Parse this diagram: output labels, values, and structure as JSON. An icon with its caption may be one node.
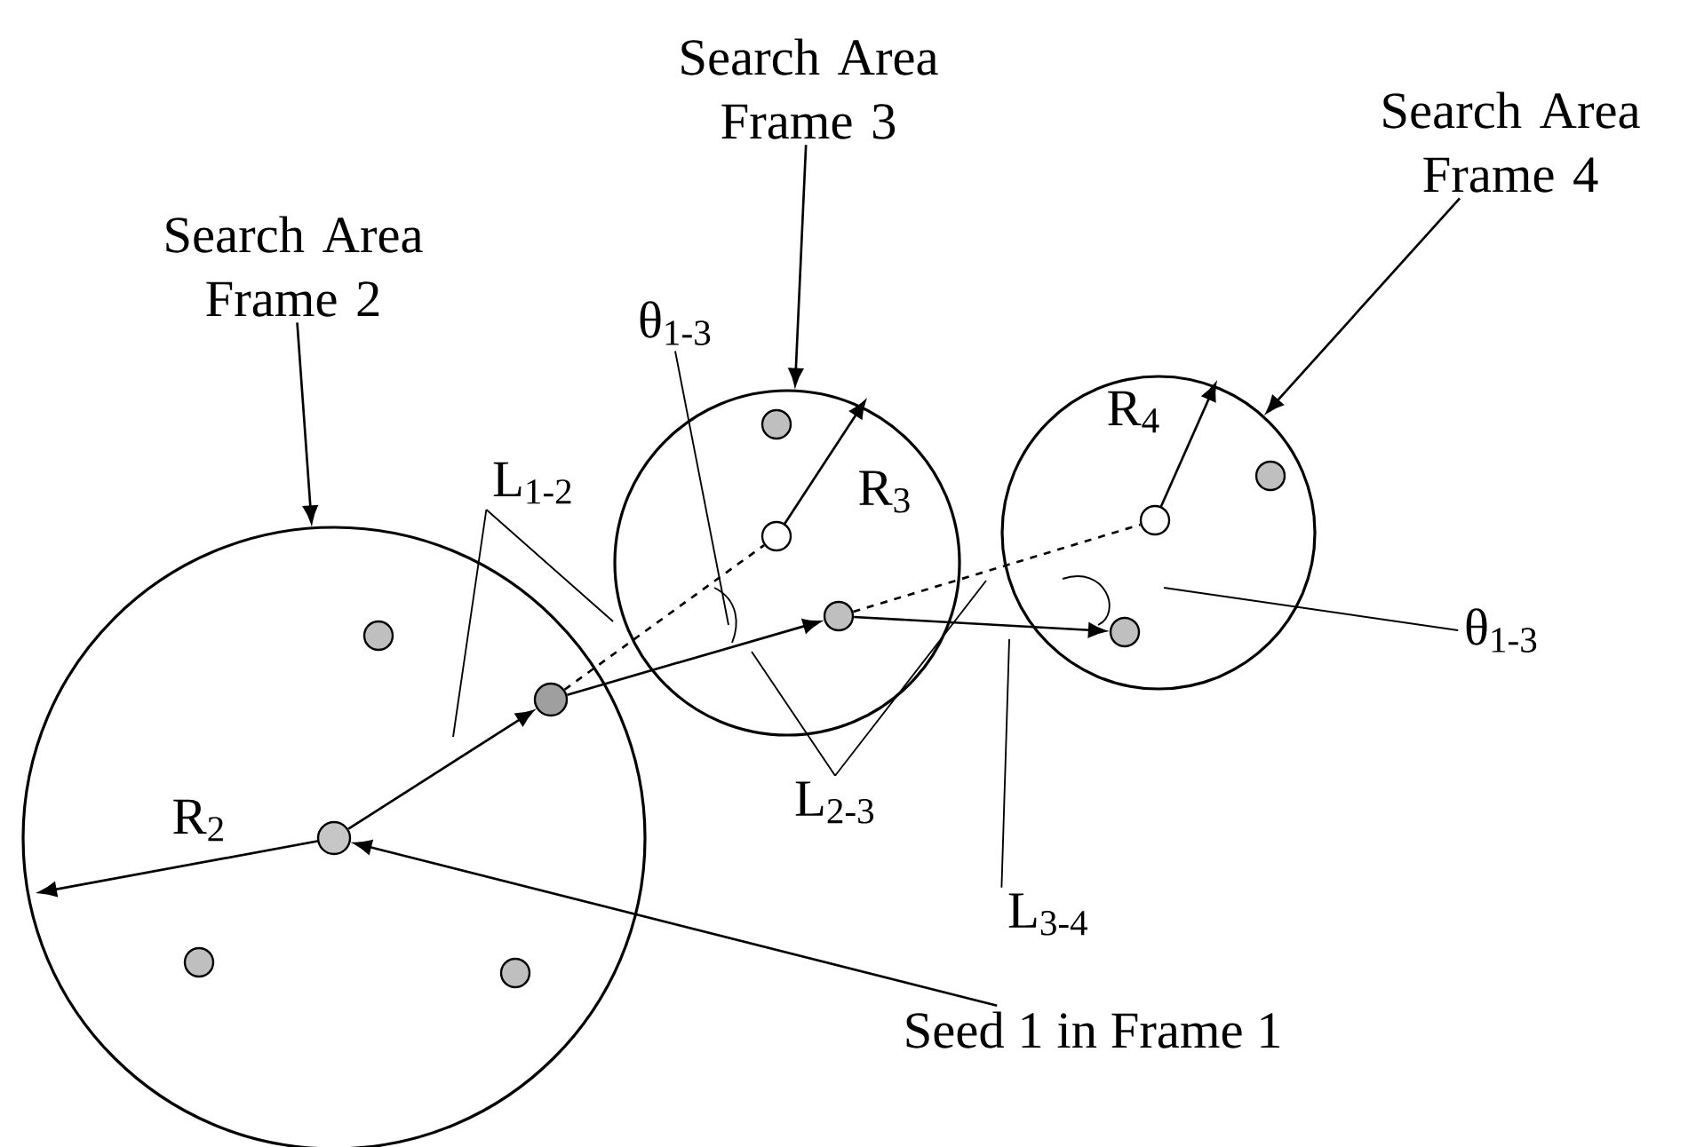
{
  "diagram": {
    "nodes": [
      {
        "text": [
          "Search Area Frame 2"
        ]
      },
      {
        "text": [],
        "shape": "circle"
      },
      {
        "text": [
          "Search Area Frame 3"
        ]
      },
      {
        "text": [],
        "shape": "circle"
      },
      {
        "text": [
          "Search Area Frame 4"
        ]
      },
      {
        "text": [],
        "shape": "circle"
      },
      {
        "text": [
          "θ$_{1-3}$"
        ]
      },
      {
        "text": [
          "L$_{1-2}$"
        ]
      },
      {
        "text": [
          "θ$_{1-3}$"
        ]
      },
      {
        "text": [
          "L$_{2-3}$"
        ]
      },
      {
        "text": [
          "L$_{3-4}$"
        ]
      },
      {
        "text": [
          "Seed 1 in Frame 1"
        ]
      },
      {
        "text": [],
        "shape": "circle",
        "in": 1
      },
      {
        "text": [],
        "shape": "circle",
        "in": 1
      },
      {
        "text": [],
        "shape": "circle",
        "in": 1
      },
      {
        "text": [],
        "shape": "circle",
        "in": 1
      },
      {
        "text": [],
        "shape": "circle",
        "in": 1
      },
      {
        "text": [],
        "shape": "circle",
        "in": 3
      },
      {
        "text": [],
        "shape": "circle",
        "in": 3
      },
      {
        "text": [],
        "shape": "circle",
        "in": 3
      },
      {
        "text": [],
        "shape": "circle",
        "in": 5
      },
      {
        "text": [],
        "shape": "circle",
        "in": 5
      },
      {
        "text": [],
        "shape": "circle",
        "in": 5
      }
    ],
    "edges": [
      {
        "from": 0,
        "to": 1,
        "arrow": "to"
      },
      {
        "from": 2,
        "to": 3,
        "arrow": "to"
      },
      {
        "from": 4,
        "to": 5,
        "arrow": "to"
      },
      {
        "from": 11,
        "to": 12,
        "arrow": "to"
      },
      {
        "from": 12,
        "to": 13,
        "arrow": "to"
      },
      {
        "from": 13,
        "to": 19,
        "arrow": "to"
      },
      {
        "from": 19,
        "to": 22,
        "arrow": "to"
      },
      {
        "from": 13,
        "to": 17,
        "arrow": "none",
        "style": "dashed"
      },
      {
        "from": 19,
        "to": 20,
        "arrow": "none",
        "style": "dashed"
      },
      {
        "from": 6,
        "to": null,
        "arrow": "none"
      },
      {
        "from": 7,
        "to": null,
        "arrow": "none"
      },
      {
        "from": 8,
        "to": null,
        "arrow": "none"
      },
      {
        "from": 9,
        "to": null,
        "arrow": "none"
      },
      {
        "from": 10,
        "to": null,
        "arrow": "none"
      }
    ],
    "labels": [
      "R$_{2}$",
      "R$_{3}$",
      "R$_{4}$"
    ]
  }
}
